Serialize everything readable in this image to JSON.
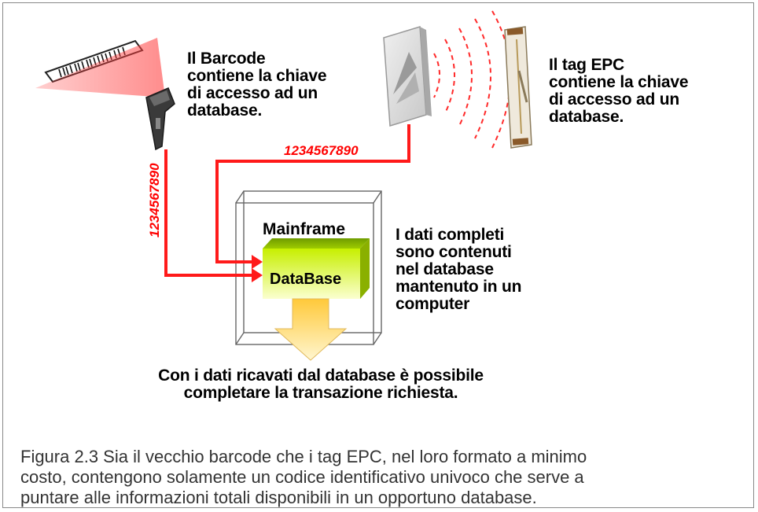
{
  "barcode_note": {
    "lines": [
      "Il Barcode",
      "contiene la chiave",
      "di accesso ad un",
      "database."
    ]
  },
  "epc_note": {
    "lines": [
      "Il tag EPC",
      "contiene la chiave",
      "di accesso ad un",
      "database."
    ]
  },
  "code_barcode_path": "1234567890",
  "code_epc_path": "1234567890",
  "mainframe": {
    "label": "Mainframe",
    "database_label": "DataBase"
  },
  "database_note": {
    "lines": [
      "I dati completi",
      "sono contenuti",
      "nel database",
      "mantenuto in un",
      "computer"
    ]
  },
  "result_note": {
    "lines": [
      "Con i dati ricavati dal database è possibile",
      "completare la transazione richiesta."
    ]
  },
  "caption": {
    "lines": [
      "Figura 2.3  Sia il vecchio barcode che i tag EPC, nel loro formato a minimo",
      "costo, contengono solamente un codice identificativo univoco che serve a",
      "puntare alle informazioni totali disponibili in un opportuno database."
    ]
  },
  "colors": {
    "signal_line": "#ff1a1a",
    "code_text": "#ff0000",
    "database_box": "#b4e600",
    "output_arrow": "#ffd24a"
  }
}
